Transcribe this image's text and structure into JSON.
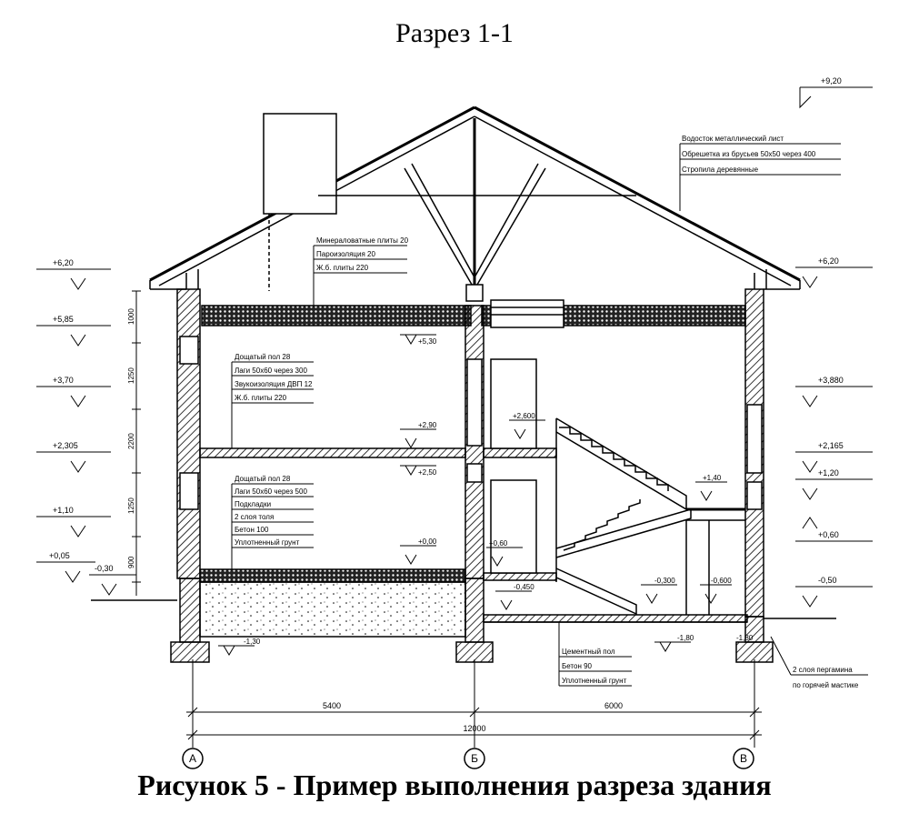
{
  "title": "Разрез 1-1",
  "caption": "Рисунок 5 - Пример выполнения разреза здания",
  "elevations_left": [
    "+6,20",
    "+5,85",
    "+3,70",
    "+2,305",
    "+1,10",
    "+0,05",
    "-0,30"
  ],
  "elevations_right": [
    "+6,20",
    "+3,880",
    "+2,165",
    "+1,20",
    "+0,60",
    "-0,50"
  ],
  "elevation_top": "+9,20",
  "elevations_inner": [
    "+5,30",
    "+2,90",
    "+2,50",
    "+2,600",
    "+0,00",
    "+0,60",
    "+1,40",
    "-0,300",
    "-0,600",
    "-0,450",
    "-1,30",
    "-1,80",
    "-1,80"
  ],
  "roof_notes": [
    "Водосток металлический лист",
    "Обрешетка из брусьев 50х50 через 400",
    "Стропила деревянные"
  ],
  "attic_notes": [
    "Минераловатные плиты 20",
    "Пароизоляция 20",
    "Ж.б. плиты 220"
  ],
  "floor2_notes": [
    "Дощатый пол 28",
    "Лаги 50х60 через 300",
    "Звукоизоляция ДВП 12",
    "Ж.б. плиты 220"
  ],
  "floor1_notes": [
    "Дощатый пол 28",
    "Лаги 50х60 через 500",
    "Подкладки",
    "2 слоя толя",
    "Бетон 100",
    "Уплотненный грунт"
  ],
  "basement_notes": [
    "Цементный пол",
    "Бетон 90",
    "Уплотненный грунт"
  ],
  "waterproof_note": [
    "2 слоя пергамина",
    "по горячей мастике"
  ],
  "heights_left": [
    "1000",
    "1250",
    "2200",
    "1250",
    "900"
  ],
  "dims": {
    "span_ab": "5400",
    "span_bv": "6000",
    "total": "12000"
  },
  "axes": [
    "А",
    "Б",
    "В"
  ]
}
